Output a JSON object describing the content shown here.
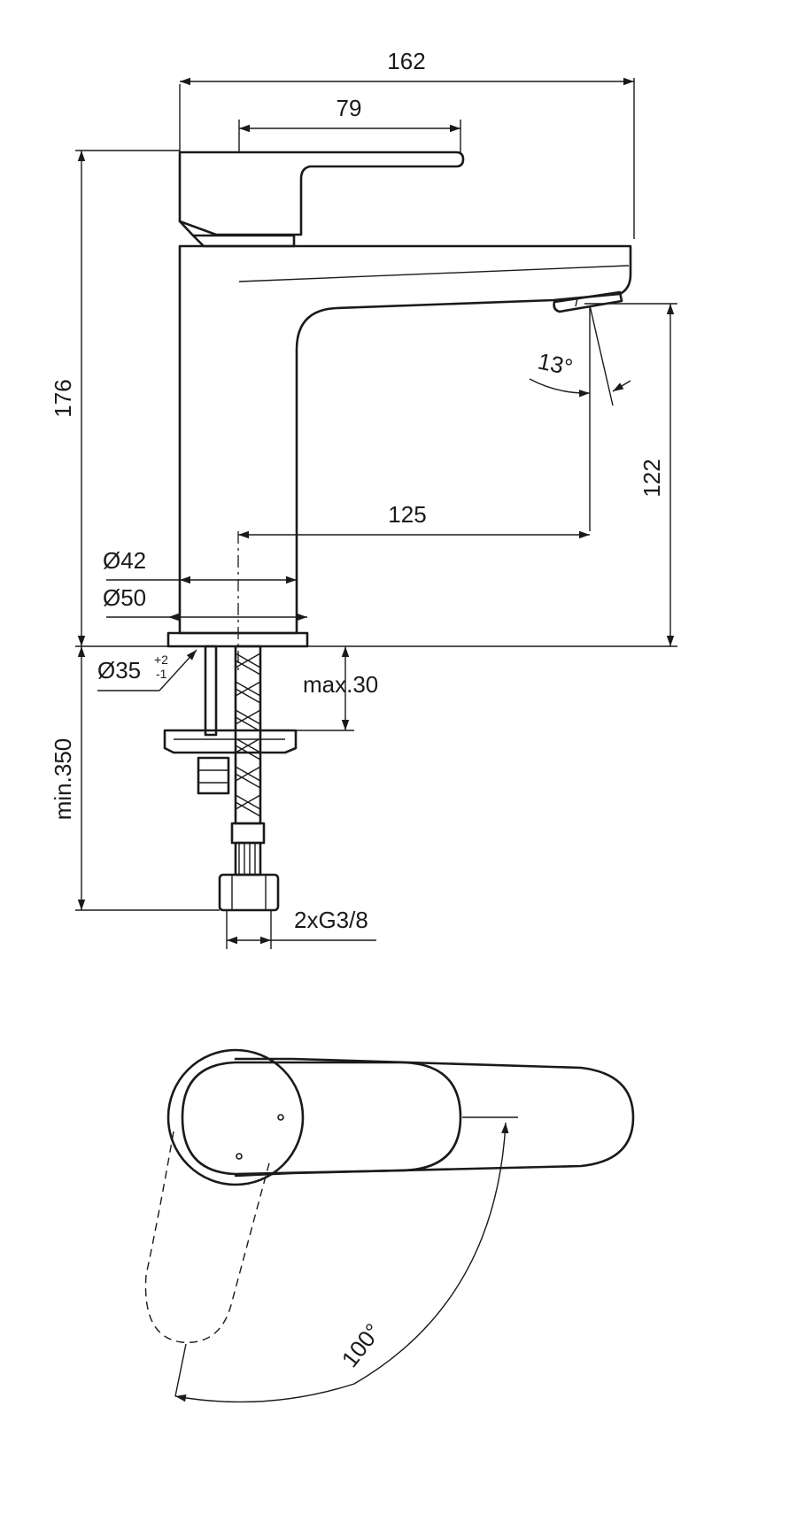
{
  "dimensions": {
    "width_total": "162",
    "handle_length": "79",
    "height_total": "176",
    "spout_height": "122",
    "spout_reach": "125",
    "body_diameter": "Ø42",
    "base_diameter": "Ø50",
    "hole_diameter": "Ø35",
    "hole_tol_upper": "+2",
    "hole_tol_lower": "-1",
    "max_thickness": "max.30",
    "min_hose_length": "min.350",
    "connection": "2xG3/8",
    "spray_angle": "13°",
    "handle_rotation": "100°"
  },
  "colors": {
    "line": "#1a1a1a",
    "background": "#ffffff"
  }
}
